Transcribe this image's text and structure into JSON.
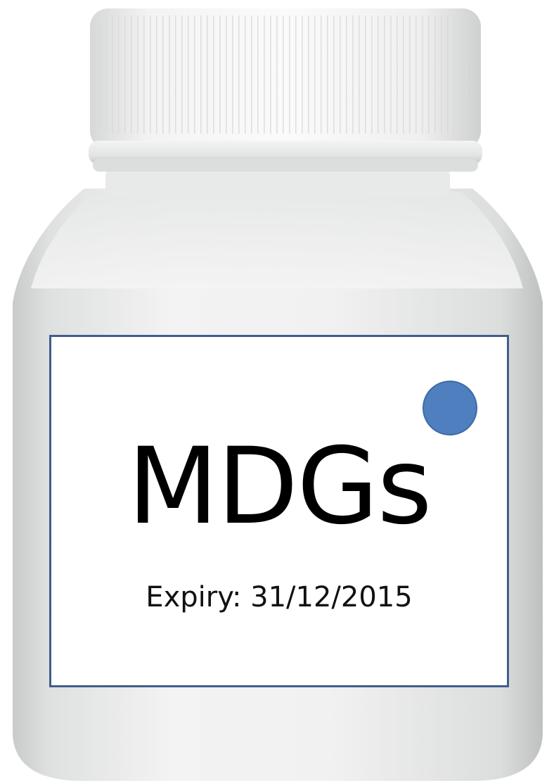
{
  "label": {
    "title": "MDGs",
    "expiry": "Expiry: 31/12/2015"
  },
  "colors": {
    "label_border": "#3f5e8c",
    "dot": "#4f7fbf",
    "bottle": "#e9eaea",
    "cap": "#f2f2f2"
  },
  "icons": {
    "dot": "blue-circle"
  }
}
